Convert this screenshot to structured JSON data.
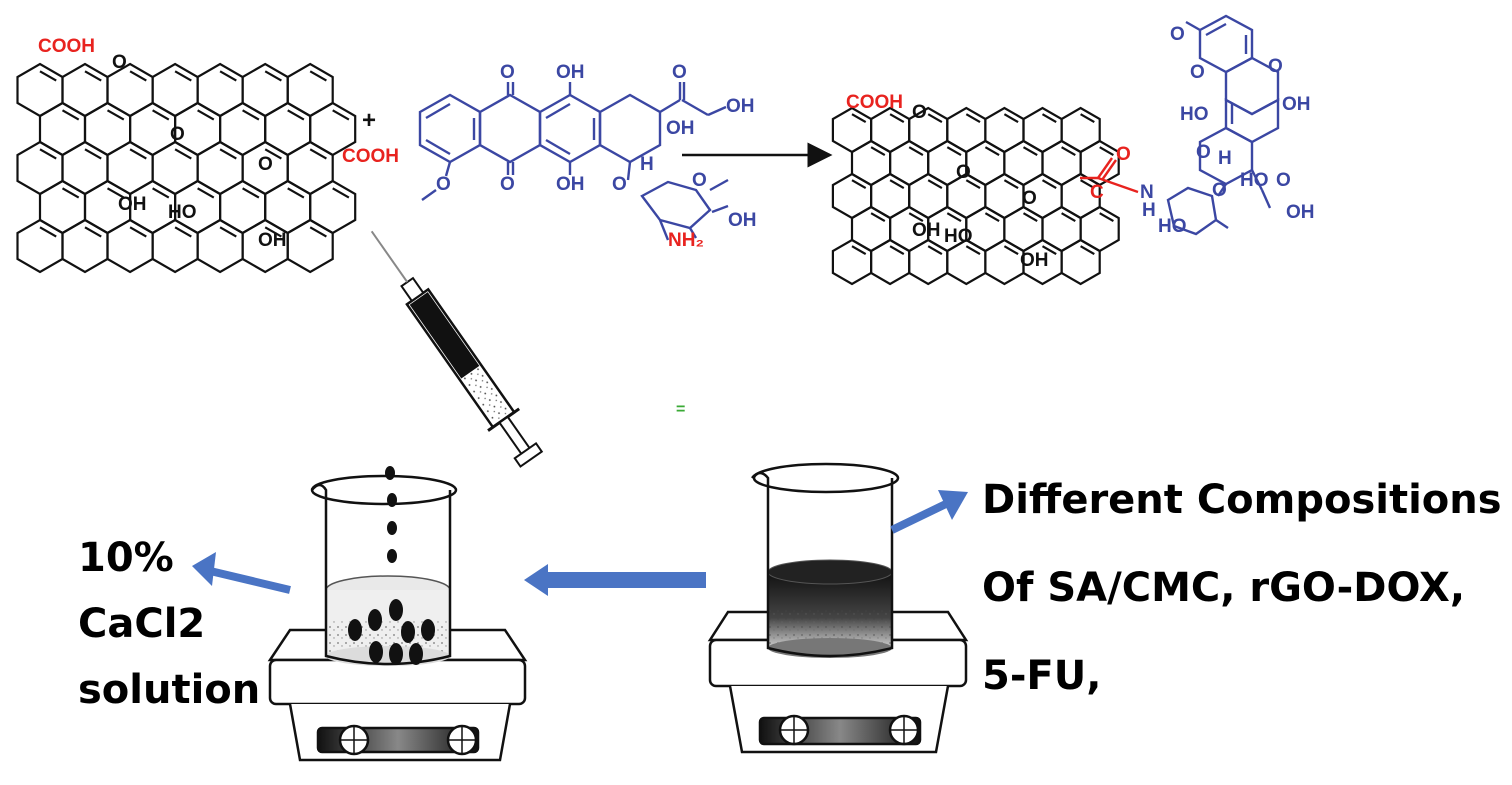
{
  "colors": {
    "red": "#e8231f",
    "blue": "#3b47a3",
    "arrow_blue": "#4a74c4",
    "green": "#3aaa35",
    "black": "#111111"
  },
  "molecule_labels": {
    "go_cooh_top": "COOH",
    "go_cooh_side": "COOH",
    "go_o_1": "O",
    "go_o_2": "O",
    "go_o_3": "O",
    "go_oh_1": "OH",
    "go_oh_2": "HO",
    "go_oh_3": "OH",
    "plus": "+",
    "dox_o_top": "O",
    "dox_oh_top": "OH",
    "dox_o_bottom": "O",
    "dox_oh_bottom": "OH",
    "dox_o_ketone": "O",
    "dox_oh_chain": "OH",
    "dox_oh_ring": "OH",
    "dox_h": "H",
    "dox_o_glyco": "O",
    "dox_o_sugar": "O",
    "dox_oh_sugar": "OH",
    "dox_nh2": "NH₂",
    "dox_methoxy_o": "O",
    "prod_cooh": "COOH",
    "prod_o_1": "O",
    "prod_o_2": "O",
    "prod_o_3": "O",
    "prod_oh_1": "OH",
    "prod_oh_2": "HO",
    "prod_oh_3": "OH",
    "prod_amide_o": "O",
    "prod_amide_c": "C",
    "prod_nh": "N",
    "prod_h": "H",
    "pdox_o_methoxy": "O",
    "pdox_o_top": "O",
    "pdox_o_mid": "O",
    "pdox_ho": "HO",
    "pdox_oh": "OH",
    "pdox_o_ring": "O",
    "pdox_h": "H",
    "pdox_o_sugar": "O",
    "pdox_ho_sugar": "HO",
    "pdox_ho_2": "HO",
    "pdox_o_ketone": "O",
    "pdox_oh_end": "OH",
    "equals_mark": "="
  },
  "captions": {
    "left": [
      "10%",
      "CaCl2",
      "solution"
    ],
    "right": [
      "Different Compositions",
      "Of SA/CMC, rGO-DOX,",
      "5-FU,"
    ]
  }
}
